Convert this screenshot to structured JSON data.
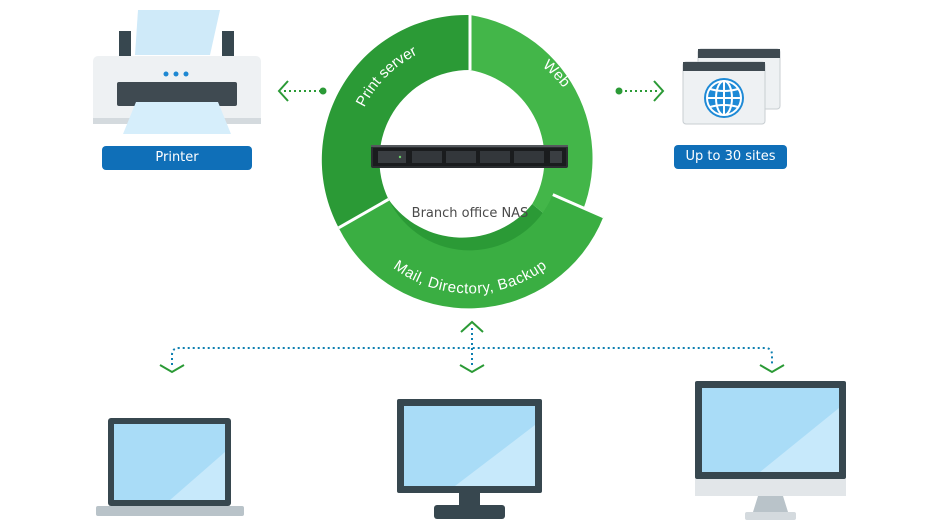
{
  "ring": {
    "segments": {
      "print_server": "Print server",
      "web": "Web",
      "mail": "Mail, Directory, Backup"
    },
    "center_label": "Branch office NAS"
  },
  "badges": {
    "printer": "Printer",
    "sites": "Up to 30 sites"
  },
  "colors": {
    "green_dark": "#2b9a36",
    "green_light": "#43b649",
    "badge_blue": "#0f6fb8",
    "screen_blue": "#a9dcf7",
    "device_dark": "#37474f"
  },
  "icons": [
    "printer-icon",
    "globe-icon",
    "laptop-icon",
    "monitor-icon",
    "imac-icon",
    "nas-server-icon"
  ]
}
